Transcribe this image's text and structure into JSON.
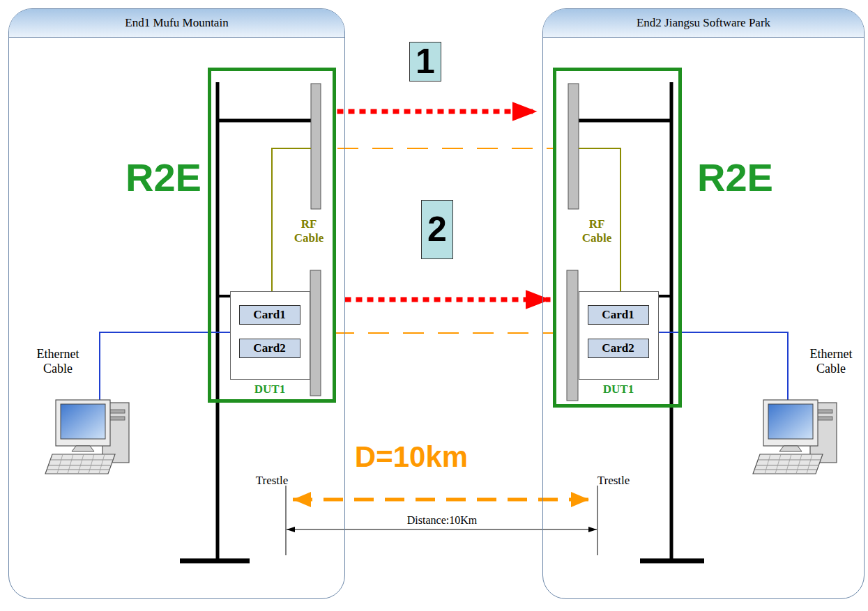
{
  "diagram": {
    "nodes": [
      {
        "text": [
          "End1 Mufu Mountain"
        ]
      },
      {
        "text": [
          "R2E"
        ],
        "in": 0
      },
      {
        "text": [
          "DUT1"
        ],
        "in": 1
      },
      {
        "text": [
          "Card1"
        ],
        "in": 2
      },
      {
        "text": [
          "Card2"
        ],
        "in": 2
      },
      {
        "text": [
          "End2 Jiangsu Software Park"
        ]
      },
      {
        "text": [
          "R2E"
        ],
        "in": 5
      },
      {
        "text": [
          "DUT1"
        ],
        "in": 6
      },
      {
        "text": [
          "Card1"
        ],
        "in": 7
      },
      {
        "text": [
          "Card2"
        ],
        "in": 7
      }
    ],
    "edges": [
      {
        "from": 1,
        "to": 6,
        "arrow": "to"
      },
      {
        "from": 2,
        "to": 7,
        "arrow": "to"
      }
    ],
    "labels": [
      "1",
      "2",
      "RF Cable",
      "RF Cable",
      "Ethernet Cable",
      "Ethernet Cable",
      "Trestle",
      "Trestle",
      "D=10km",
      "Distance:10Km"
    ]
  }
}
